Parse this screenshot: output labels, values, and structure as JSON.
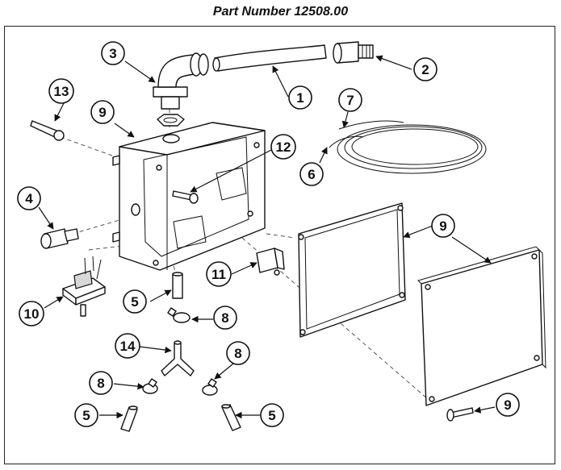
{
  "title": "Part Number 12508.00",
  "callouts": {
    "c1": "1",
    "c2": "2",
    "c3": "3",
    "c4": "4",
    "c5a": "5",
    "c5b": "5",
    "c5c": "5",
    "c6": "6",
    "c7": "7",
    "c8a": "8",
    "c8b": "8",
    "c8c": "8",
    "c9a": "9",
    "c9b": "9",
    "c9c": "9",
    "c10": "10",
    "c11": "11",
    "c12": "12",
    "c13": "13",
    "c14": "14"
  }
}
